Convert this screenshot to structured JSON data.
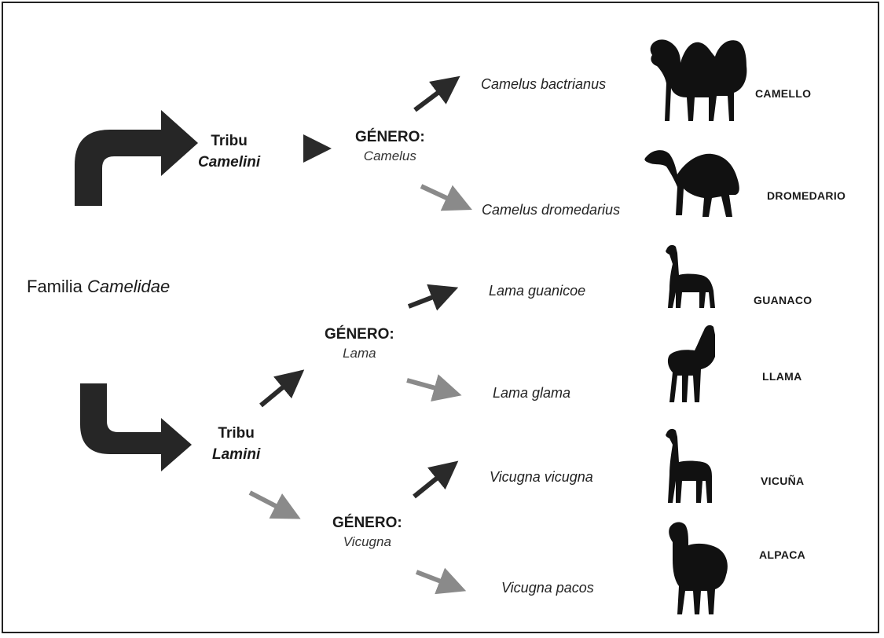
{
  "family": {
    "prefix": "Familia",
    "name": "Camelidae"
  },
  "tribes": [
    {
      "prefix": "Tribu",
      "name": "Camelini"
    },
    {
      "prefix": "Tribu",
      "name": "Lamini"
    }
  ],
  "genera": [
    {
      "label": "GÉNERO:",
      "name": "Camelus"
    },
    {
      "label": "GÉNERO:",
      "name": "Lama"
    },
    {
      "label": "GÉNERO:",
      "name": "Vicugna"
    }
  ],
  "species": [
    {
      "scientific": "Camelus bactrianus",
      "common": "CAMELLO",
      "icon": "bactrian-camel-icon"
    },
    {
      "scientific": "Camelus dromedarius",
      "common": "DROMEDARIO",
      "icon": "dromedary-icon"
    },
    {
      "scientific": "Lama guanicoe",
      "common": "GUANACO",
      "icon": "guanaco-icon"
    },
    {
      "scientific": "Lama glama",
      "common": "LLAMA",
      "icon": "llama-icon"
    },
    {
      "scientific": "Vicugna vicugna",
      "common": "VICUÑA",
      "icon": "vicuna-icon"
    },
    {
      "scientific": "Vicugna pacos",
      "common": "ALPACA",
      "icon": "alpaca-icon"
    }
  ],
  "colors": {
    "ink": "#1a1a1a",
    "arrow_light": "#8a8a8a",
    "silhouette": "#111111"
  }
}
